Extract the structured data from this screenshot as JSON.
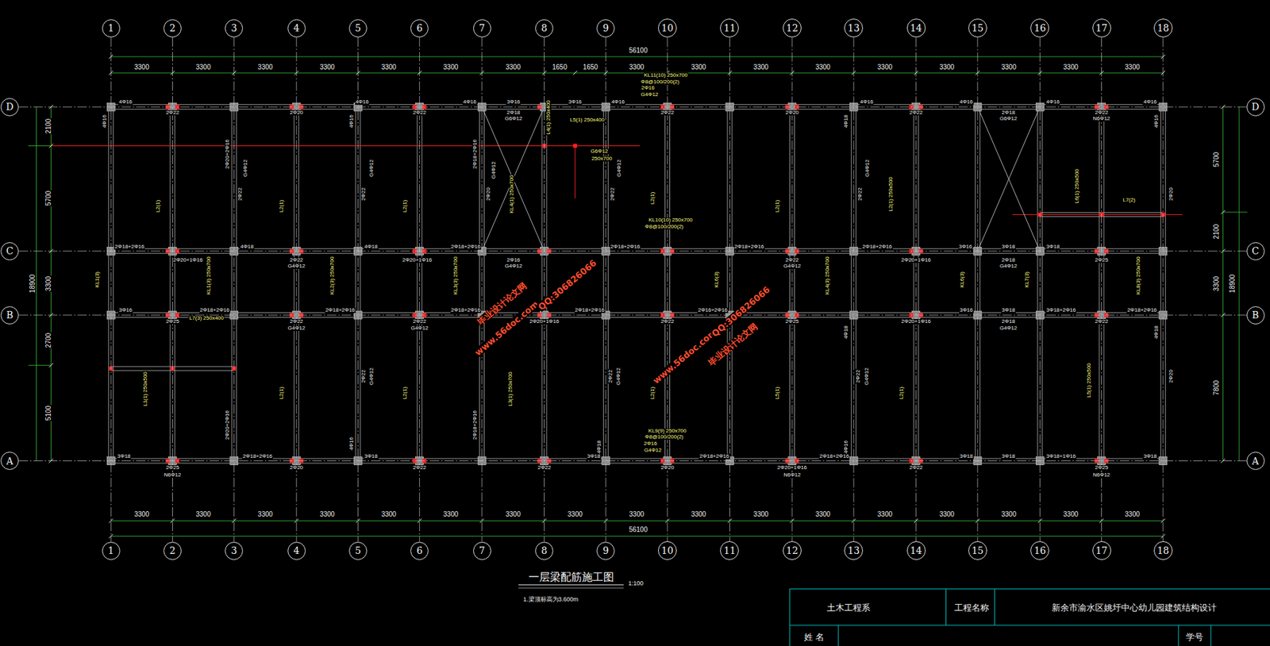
{
  "diagram": {
    "title": "一层梁配筋施工图",
    "nodes": [
      {
        "text": [
          "1"
        ]
      },
      {
        "text": [
          "2"
        ]
      },
      {
        "text": [
          "3"
        ]
      },
      {
        "text": [
          "4"
        ]
      },
      {
        "text": [
          "5"
        ]
      },
      {
        "text": [
          "6"
        ]
      },
      {
        "text": [
          "7"
        ]
      },
      {
        "text": [
          "8"
        ]
      },
      {
        "text": [
          "9"
        ]
      },
      {
        "text": [
          "10"
        ]
      },
      {
        "text": [
          "11"
        ]
      },
      {
        "text": [
          "12"
        ]
      },
      {
        "text": [
          "13"
        ]
      },
      {
        "text": [
          "14"
        ]
      },
      {
        "text": [
          "15"
        ]
      },
      {
        "text": [
          "16"
        ]
      },
      {
        "text": [
          "17"
        ]
      },
      {
        "text": [
          "18"
        ]
      },
      {
        "text": [
          "D"
        ]
      },
      {
        "text": [
          "C"
        ]
      },
      {
        "text": [
          "B"
        ]
      },
      {
        "text": [
          "A"
        ]
      },
      {
        "text": [
          "D"
        ]
      },
      {
        "text": [
          "C"
        ]
      },
      {
        "text": [
          "B"
        ]
      },
      {
        "text": [
          "A"
        ]
      },
      {
        "text": [
          "1"
        ]
      },
      {
        "text": [
          "2"
        ]
      },
      {
        "text": [
          "3"
        ]
      },
      {
        "text": [
          "4"
        ]
      },
      {
        "text": [
          "5"
        ]
      },
      {
        "text": [
          "6"
        ]
      },
      {
        "text": [
          "7"
        ]
      },
      {
        "text": [
          "8"
        ]
      },
      {
        "text": [
          "9"
        ]
      },
      {
        "text": [
          "10"
        ]
      },
      {
        "text": [
          "11"
        ]
      },
      {
        "text": [
          "12"
        ]
      },
      {
        "text": [
          "13"
        ]
      },
      {
        "text": [
          "14"
        ]
      },
      {
        "text": [
          "15"
        ]
      },
      {
        "text": [
          "16"
        ]
      },
      {
        "text": [
          "17"
        ]
      },
      {
        "text": [
          "18"
        ]
      }
    ],
    "edges": [
      {
        "from": 0,
        "to": 26,
        "arrow": "none"
      },
      {
        "from": 1,
        "to": 27,
        "arrow": "none"
      },
      {
        "from": 2,
        "to": 28,
        "arrow": "none"
      },
      {
        "from": 3,
        "to": 29,
        "arrow": "none"
      },
      {
        "from": 4,
        "to": 30,
        "arrow": "none"
      },
      {
        "from": 5,
        "to": 31,
        "arrow": "none"
      },
      {
        "from": 6,
        "to": 32,
        "arrow": "none"
      },
      {
        "from": 7,
        "to": 33,
        "arrow": "none"
      },
      {
        "from": 8,
        "to": 34,
        "arrow": "none"
      },
      {
        "from": 9,
        "to": 35,
        "arrow": "none"
      },
      {
        "from": 10,
        "to": 36,
        "arrow": "none"
      },
      {
        "from": 11,
        "to": 37,
        "arrow": "none"
      },
      {
        "from": 12,
        "to": 38,
        "arrow": "none"
      },
      {
        "from": 13,
        "to": 39,
        "arrow": "none"
      },
      {
        "from": 14,
        "to": 40,
        "arrow": "none"
      },
      {
        "from": 15,
        "to": 41,
        "arrow": "none"
      },
      {
        "from": 16,
        "to": 42,
        "arrow": "none"
      },
      {
        "from": 17,
        "to": 43,
        "arrow": "none"
      },
      {
        "from": 18,
        "to": 22,
        "arrow": "none"
      },
      {
        "from": 19,
        "to": 23,
        "arrow": "none"
      },
      {
        "from": 20,
        "to": 24,
        "arrow": "none"
      },
      {
        "from": 21,
        "to": 25,
        "arrow": "none"
      }
    ],
    "labels": [
      "56100",
      "3300",
      "3300",
      "3300",
      "3300",
      "3300",
      "3300",
      "3300",
      "1650",
      "1650",
      "3300",
      "3300",
      "3300",
      "3300",
      "3300",
      "3300",
      "3300",
      "3300",
      "3300",
      "3300",
      "3300",
      "3300",
      "3300",
      "3300",
      "3300",
      "3300",
      "3300",
      "3300",
      "3300",
      "3300",
      "3300",
      "3300",
      "3300",
      "3300",
      "3300",
      "3300",
      "56100",
      "2100",
      "5700",
      "3300",
      "2700",
      "5100",
      "18900",
      "5700",
      "2100",
      "3300",
      "7800",
      "18900",
      "4Φ16",
      "2Φ22",
      "2Φ20",
      "4Φ16",
      "2Φ22",
      "4Φ16",
      "3Φ16",
      "2Φ18",
      "G6Φ12",
      "3Φ16",
      "4Φ16",
      "2Φ22",
      "2Φ20",
      "4Φ16",
      "2Φ22",
      "4Φ16",
      "2Φ18",
      "G6Φ12",
      "4Φ16",
      "2Φ22",
      "N6Φ12",
      "4Φ16",
      "KL11(10) 250x700",
      "Φ8@100/200(2)",
      "2Φ16",
      "G4Φ12",
      "2Φ18+2Φ16",
      "2Φ20+1Φ16",
      "4Φ18",
      "2Φ22",
      "G4Φ12",
      "4Φ18",
      "2Φ20+1Φ16",
      "2Φ18+2Φ16",
      "2Φ16",
      "G4Φ12",
      "2Φ18+2Φ16",
      "2Φ18+2Φ16",
      "2Φ22",
      "G4Φ12",
      "2Φ18+2Φ16",
      "2Φ20+1Φ16",
      "3Φ16",
      "3Φ18",
      "2Φ18",
      "G4Φ12",
      "3Φ18",
      "2Φ25",
      "3Φ16",
      "2Φ25",
      "2Φ18+2Φ16",
      "2Φ22",
      "G4Φ12",
      "2Φ18+2Φ16",
      "2Φ22",
      "G4Φ12",
      "2Φ18+2Φ16",
      "2Φ20+1Φ16",
      "2Φ18+2Φ16",
      "2Φ22",
      "2Φ16+2Φ16",
      "2Φ25",
      "2Φ20+1Φ16",
      "3Φ16",
      "3Φ18",
      "2Φ18",
      "G4Φ12",
      "3Φ18+2Φ16",
      "2Φ22",
      "2Φ18+2Φ16",
      "3Φ18",
      "2Φ25",
      "N6Φ12",
      "2Φ18+2Φ16",
      "2Φ20",
      "3Φ18",
      "2Φ22",
      "2Φ22",
      "3Φ18",
      "2Φ20",
      "2Φ18+2Φ16",
      "2Φ20+1Φ16",
      "N6Φ12",
      "2Φ18+2Φ16",
      "2Φ22",
      "3Φ18",
      "3Φ18",
      "3Φ18+1Φ16",
      "2Φ25",
      "N6Φ12",
      "3Φ18",
      "4Φ16",
      "2Φ20+2Φ16",
      "G4Φ12",
      "2Φ22",
      "4Φ16",
      "2Φ22",
      "G4Φ12",
      "2Φ22",
      "G4Φ12",
      "2Φ18+2Φ16",
      "G4Φ12",
      "2Φ20",
      "2Φ22",
      "G4Φ12",
      "4Φ18",
      "2Φ22",
      "G4Φ12",
      "2Φ20",
      "4Φ16",
      "4Φ18",
      "2Φ20+2Φ16",
      "4Φ16",
      "2Φ18+2Φ16",
      "4Φ18",
      "2Φ22",
      "G4Φ12",
      "4Φ18",
      "4Φ16",
      "2Φ22",
      "G4Φ12",
      "2Φ20",
      "KL10(10) 250x700",
      "Φ8@100/200(2)",
      "KL9(9) 250x700",
      "Φ8@100/200(2)",
      "2Φ16",
      "G4Φ12",
      "L2(1)",
      "L2(1)",
      "L2(1)",
      "L2(1)",
      "L2(1)",
      "L2(1) 250x500",
      "L2(1)",
      "L2(1)",
      "L2(1)",
      "L5(1)",
      "L2(1)",
      "KL1(3)",
      "KL6(3)",
      "KL6(3)",
      "KL7(3)",
      "KL1(3) 250x700",
      "KL2(3) 250x700",
      "KL3(3) 250x700",
      "KL4(3) 250x700",
      "KL8(3) 250x700",
      "L1(1) 250x500",
      "L7(3) 250x400",
      "L5(1) 250x500",
      "L6(1) 250x500",
      "L7(2)",
      "L3(1) 250x700",
      "L4(1) 250x400",
      "KL4(1) 250x700",
      "L5(1) 250x400",
      "250x700",
      "G6Φ12",
      "毕业设计论文网",
      "www.56doc.com",
      "QQ:306826066",
      "www.56doc.com",
      "QQ:306826066",
      "毕业设计论文网",
      "1:100",
      "1.梁顶标高为3.600m",
      "土木工程系",
      "工程名称",
      "新余市渝水区姚圩中心幼儿园建筑结构设计",
      "姓 名",
      "学号"
    ]
  }
}
